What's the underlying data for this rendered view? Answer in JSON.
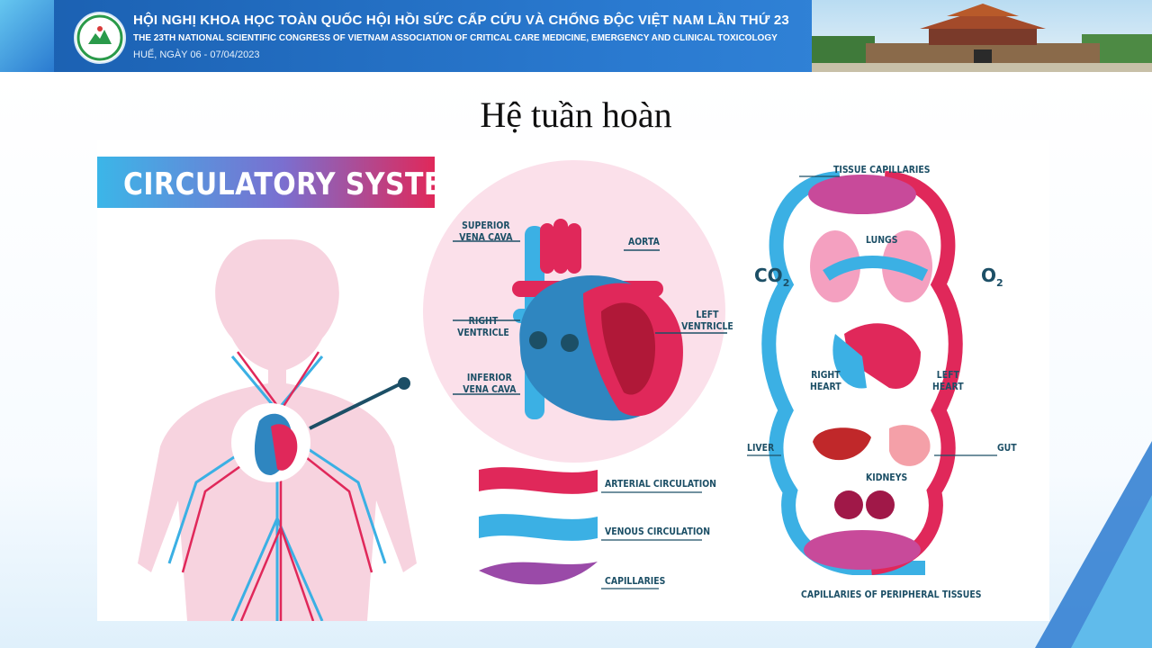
{
  "header": {
    "title_vi": "HỘI NGHỊ KHOA HỌC TOÀN QUỐC HỘI HỒI SỨC CẤP CỨU VÀ CHỐNG ĐỘC VIỆT NAM LẦN THỨ 23",
    "title_en": "THE 23TH NATIONAL SCIENTIFIC CONGRESS OF VIETNAM ASSOCIATION OF CRITICAL CARE MEDICINE, EMERGENCY AND CLINICAL TOXICOLOGY",
    "date": "HUẾ, NGÀY 06 - 07/04/2023",
    "logo_icon": "association-logo-icon"
  },
  "slide": {
    "title": "Hệ  tuần hoàn"
  },
  "diagram": {
    "banner": "CIRCULATORY SYSTEM",
    "heart_labels": {
      "superior_vena_cava": "SUPERIOR\nVENA CAVA",
      "aorta": "AORTA",
      "right_ventricle": "RIGHT\nVENTRICLE",
      "left_ventricle": "LEFT\nVENTRICLE",
      "inferior_vena_cava": "INFERIOR\nVENA CAVA"
    },
    "legend": {
      "arterial": "ARTERIAL CIRCULATION",
      "venous": "VENOUS CIRCULATION",
      "capillaries": "CAPILLARIES"
    },
    "loop_labels": {
      "tissue_capillaries": "TISSUE CAPILLARIES",
      "lungs": "LUNGS",
      "co2": "CO",
      "o2": "O",
      "gas_sub": "2",
      "right_heart": "RIGHT\nHEART",
      "left_heart": "LEFT\nHEART",
      "liver": "LIVER",
      "gut": "GUT",
      "kidneys": "KIDNEYS",
      "peripheral": "CAPILLARIES OF PERIPHERAL TISSUES"
    },
    "colors": {
      "arterial": "#e0285a",
      "venous": "#3bb0e4",
      "text": "#1c4f66",
      "body_pink": "#f7d3df",
      "banner_start": "#3bb6e8",
      "banner_end": "#e0285a"
    }
  }
}
